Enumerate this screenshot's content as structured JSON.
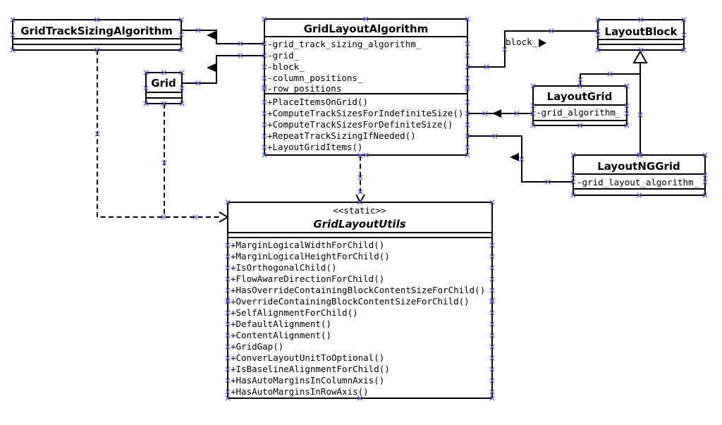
{
  "diagram": {
    "classes": {
      "gridTrackSizingAlgorithm": {
        "name": "GridTrackSizingAlgorithm"
      },
      "grid": {
        "name": "Grid"
      },
      "gridLayoutAlgorithm": {
        "name": "GridLayoutAlgorithm",
        "attributes": [
          "-grid_track_sizing_algorithm_",
          "-grid_",
          "-block_",
          "-column_positions_",
          "-row_positions"
        ],
        "methods": [
          "+PlaceItemsOnGrid()",
          "+ComputeTrackSizesForIndefiniteSize()",
          "+ComputeTrackSizesForDefiniteSize()",
          "+RepeatTrackSizingIfNeeded()",
          "+LayoutGridItems()"
        ]
      },
      "layoutBlock": {
        "name": "LayoutBlock"
      },
      "layoutGrid": {
        "name": "LayoutGrid",
        "attributes": [
          "-grid_algorithm_"
        ]
      },
      "layoutNGGrid": {
        "name": "LayoutNGGrid",
        "attributes": [
          "-grid_layout_algorithm_"
        ]
      },
      "gridLayoutUtils": {
        "stereotype": "<<static>>",
        "name": "GridLayoutUtils",
        "methods": [
          "+MarginLogicalWidthForChild()",
          "+MarginLogicalHeightForChild()",
          "+IsOrthogonalChild()",
          "+FlowAwareDirectionForChild()",
          "+HasOverrideContainingBlockContentSizeForChild()",
          "+OverrideContainingBlockContentSizeForChild()",
          "+SelfAlignmentForChild()",
          "+DefaultAlignment()",
          "+ContentAlignment()",
          "+GridGap()",
          "+ConverLayoutUnitToOptional()",
          "+IsBaselineAlignmentForChild()",
          "+HasAutoMarginsInColumnAxis()",
          "+HasAutoMarginsInRowAxis()"
        ]
      }
    },
    "edge_labels": {
      "block": "block_"
    },
    "colors": {
      "line": "#000000",
      "background": "#ffffff",
      "handle": "#6262d6"
    }
  }
}
